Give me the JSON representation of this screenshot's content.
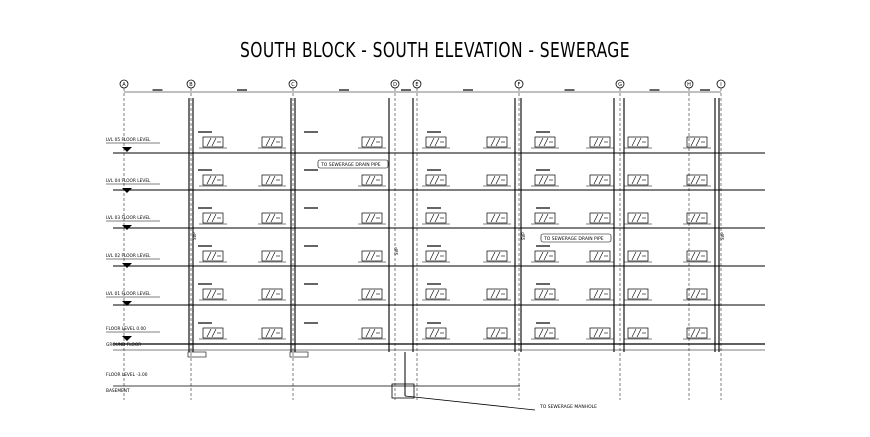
{
  "title": "SOUTH BLOCK - SOUTH ELEVATION - SEWERAGE",
  "gridlines": [
    {
      "label": "A"
    },
    {
      "label": "B"
    },
    {
      "label": "C"
    },
    {
      "label": "D"
    },
    {
      "label": "E"
    },
    {
      "label": "F"
    },
    {
      "label": "G"
    },
    {
      "label": "H"
    },
    {
      "label": "I"
    }
  ],
  "levels": [
    {
      "label": "LVL 05 FLOOR LEVEL"
    },
    {
      "label": "LVL 04 FLOOR LEVEL"
    },
    {
      "label": "LVL 03 FLOOR LEVEL"
    },
    {
      "label": "LVL 02 FLOOR LEVEL"
    },
    {
      "label": "LVL 01 FLOOR LEVEL"
    },
    {
      "label": "FLOOR LEVEL 0.00"
    },
    {
      "label": "GROUND FLOOR"
    },
    {
      "label": "FLOOR LEVEL -3.00"
    },
    {
      "label": "BASEMENT"
    }
  ],
  "notes": [
    {
      "text": "TO SEWERAGE DRAIN PIPE"
    },
    {
      "text": "TO SEWERAGE DRAIN PIPE"
    },
    {
      "text": "TO SEWERAGE MANHOLE"
    }
  ],
  "colors": {
    "line": "#000000",
    "background": "#ffffff"
  }
}
